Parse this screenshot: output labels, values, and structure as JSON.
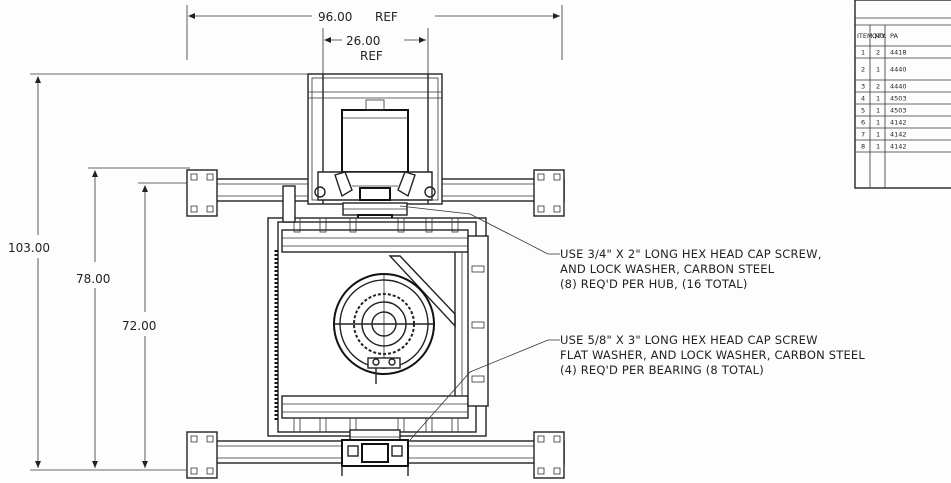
{
  "dimensions": {
    "overall_width": "96.00",
    "overall_width_ref": "REF",
    "inner_width": "26.00",
    "inner_width_ref": "REF",
    "overall_height": "103.00",
    "mid_height": "78.00",
    "inner_height": "72.00"
  },
  "notes": {
    "hub_note": [
      "USE 3/4\" X 2\" LONG HEX HEAD CAP SCREW,",
      "AND LOCK WASHER, CARBON STEEL",
      "(8) REQ'D PER HUB, (16 TOTAL)"
    ],
    "bearing_note": [
      "USE 5/8\" X 3\" LONG HEX HEAD CAP SCREW",
      "FLAT WASHER, AND LOCK WASHER, CARBON STEEL",
      "(4) REQ'D PER BEARING (8 TOTAL)"
    ]
  },
  "bom": {
    "headers": [
      "ITEM NO.",
      "QTY.",
      "PA"
    ],
    "rows": [
      [
        "1",
        "2",
        "4418"
      ],
      [
        "2",
        "1",
        "4440"
      ],
      [
        "3",
        "2",
        "4440"
      ],
      [
        "4",
        "1",
        "4503"
      ],
      [
        "5",
        "1",
        "4503"
      ],
      [
        "6",
        "1",
        "4142"
      ],
      [
        "7",
        "1",
        "4142"
      ],
      [
        "8",
        "1",
        "4142"
      ]
    ]
  }
}
